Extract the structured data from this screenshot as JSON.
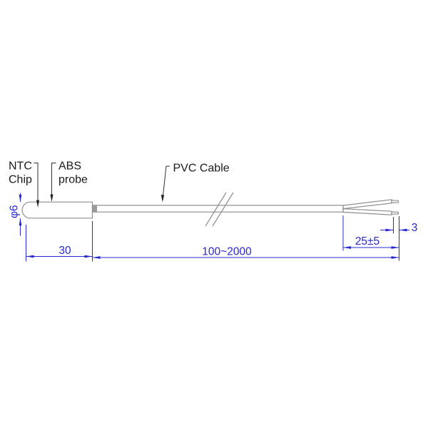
{
  "drawing": {
    "type": "technical-dimension-drawing",
    "subject": "NTC temperature sensor probe with PVC cable",
    "background_color": "#ffffff",
    "colors": {
      "dimension_blue": "#2828d2",
      "outline_gray": "#8f8f8f",
      "label_black": "#1a1a1a"
    },
    "labels": {
      "ntc_chip_line1": "NTC",
      "ntc_chip_line2": "Chip",
      "abs_probe_line1": "ABS",
      "abs_probe_line2": "probe",
      "pvc_cable": "PVC Cable"
    },
    "dimensions": {
      "probe_diameter": "φ6",
      "probe_length": "30",
      "cable_length": "100~2000",
      "split_length": "25±5",
      "bare_tip_length": "3"
    }
  }
}
